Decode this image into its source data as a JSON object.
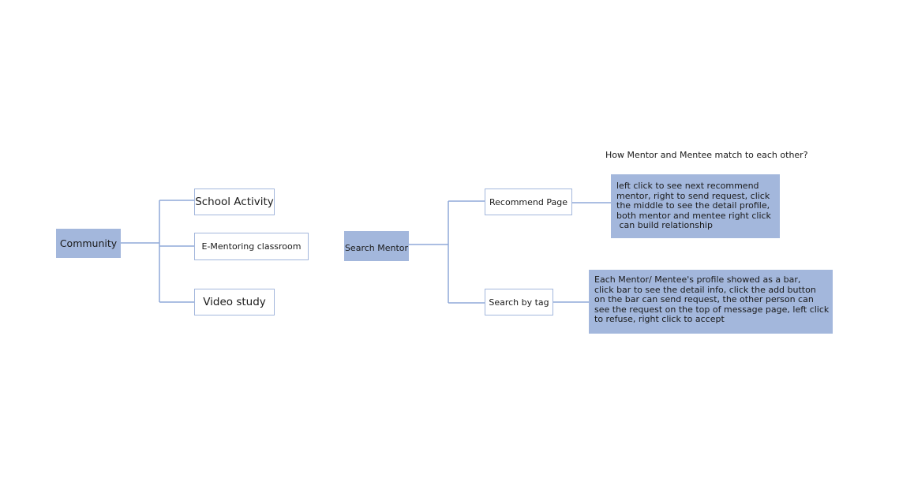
{
  "left_tree": {
    "root": "Community",
    "children": [
      "School Activity",
      "E-Mentoring classroom",
      "Video study"
    ]
  },
  "right_tree": {
    "title": "How Mentor and Mentee match to each other?",
    "root": "Search Mentor",
    "children": [
      {
        "label": "Recommend Page",
        "note": [
          "left click to see next recommend",
          "mentor, right to send request, click",
          "the middle to see the detail profile,",
          "both mentor and mentee right click",
          " can build relationship"
        ]
      },
      {
        "label": "Search by tag",
        "note": [
          "Each Mentor/ Mentee's profile showed as a bar,",
          "click bar to see the detail info, click the add button",
          "on the bar can send request, the other person can",
          "see the request on the top of message page, left click",
          "to refuse, right click to accept"
        ]
      }
    ]
  },
  "colors": {
    "accent": "#a3b7dc",
    "line": "#8fa9d8"
  }
}
